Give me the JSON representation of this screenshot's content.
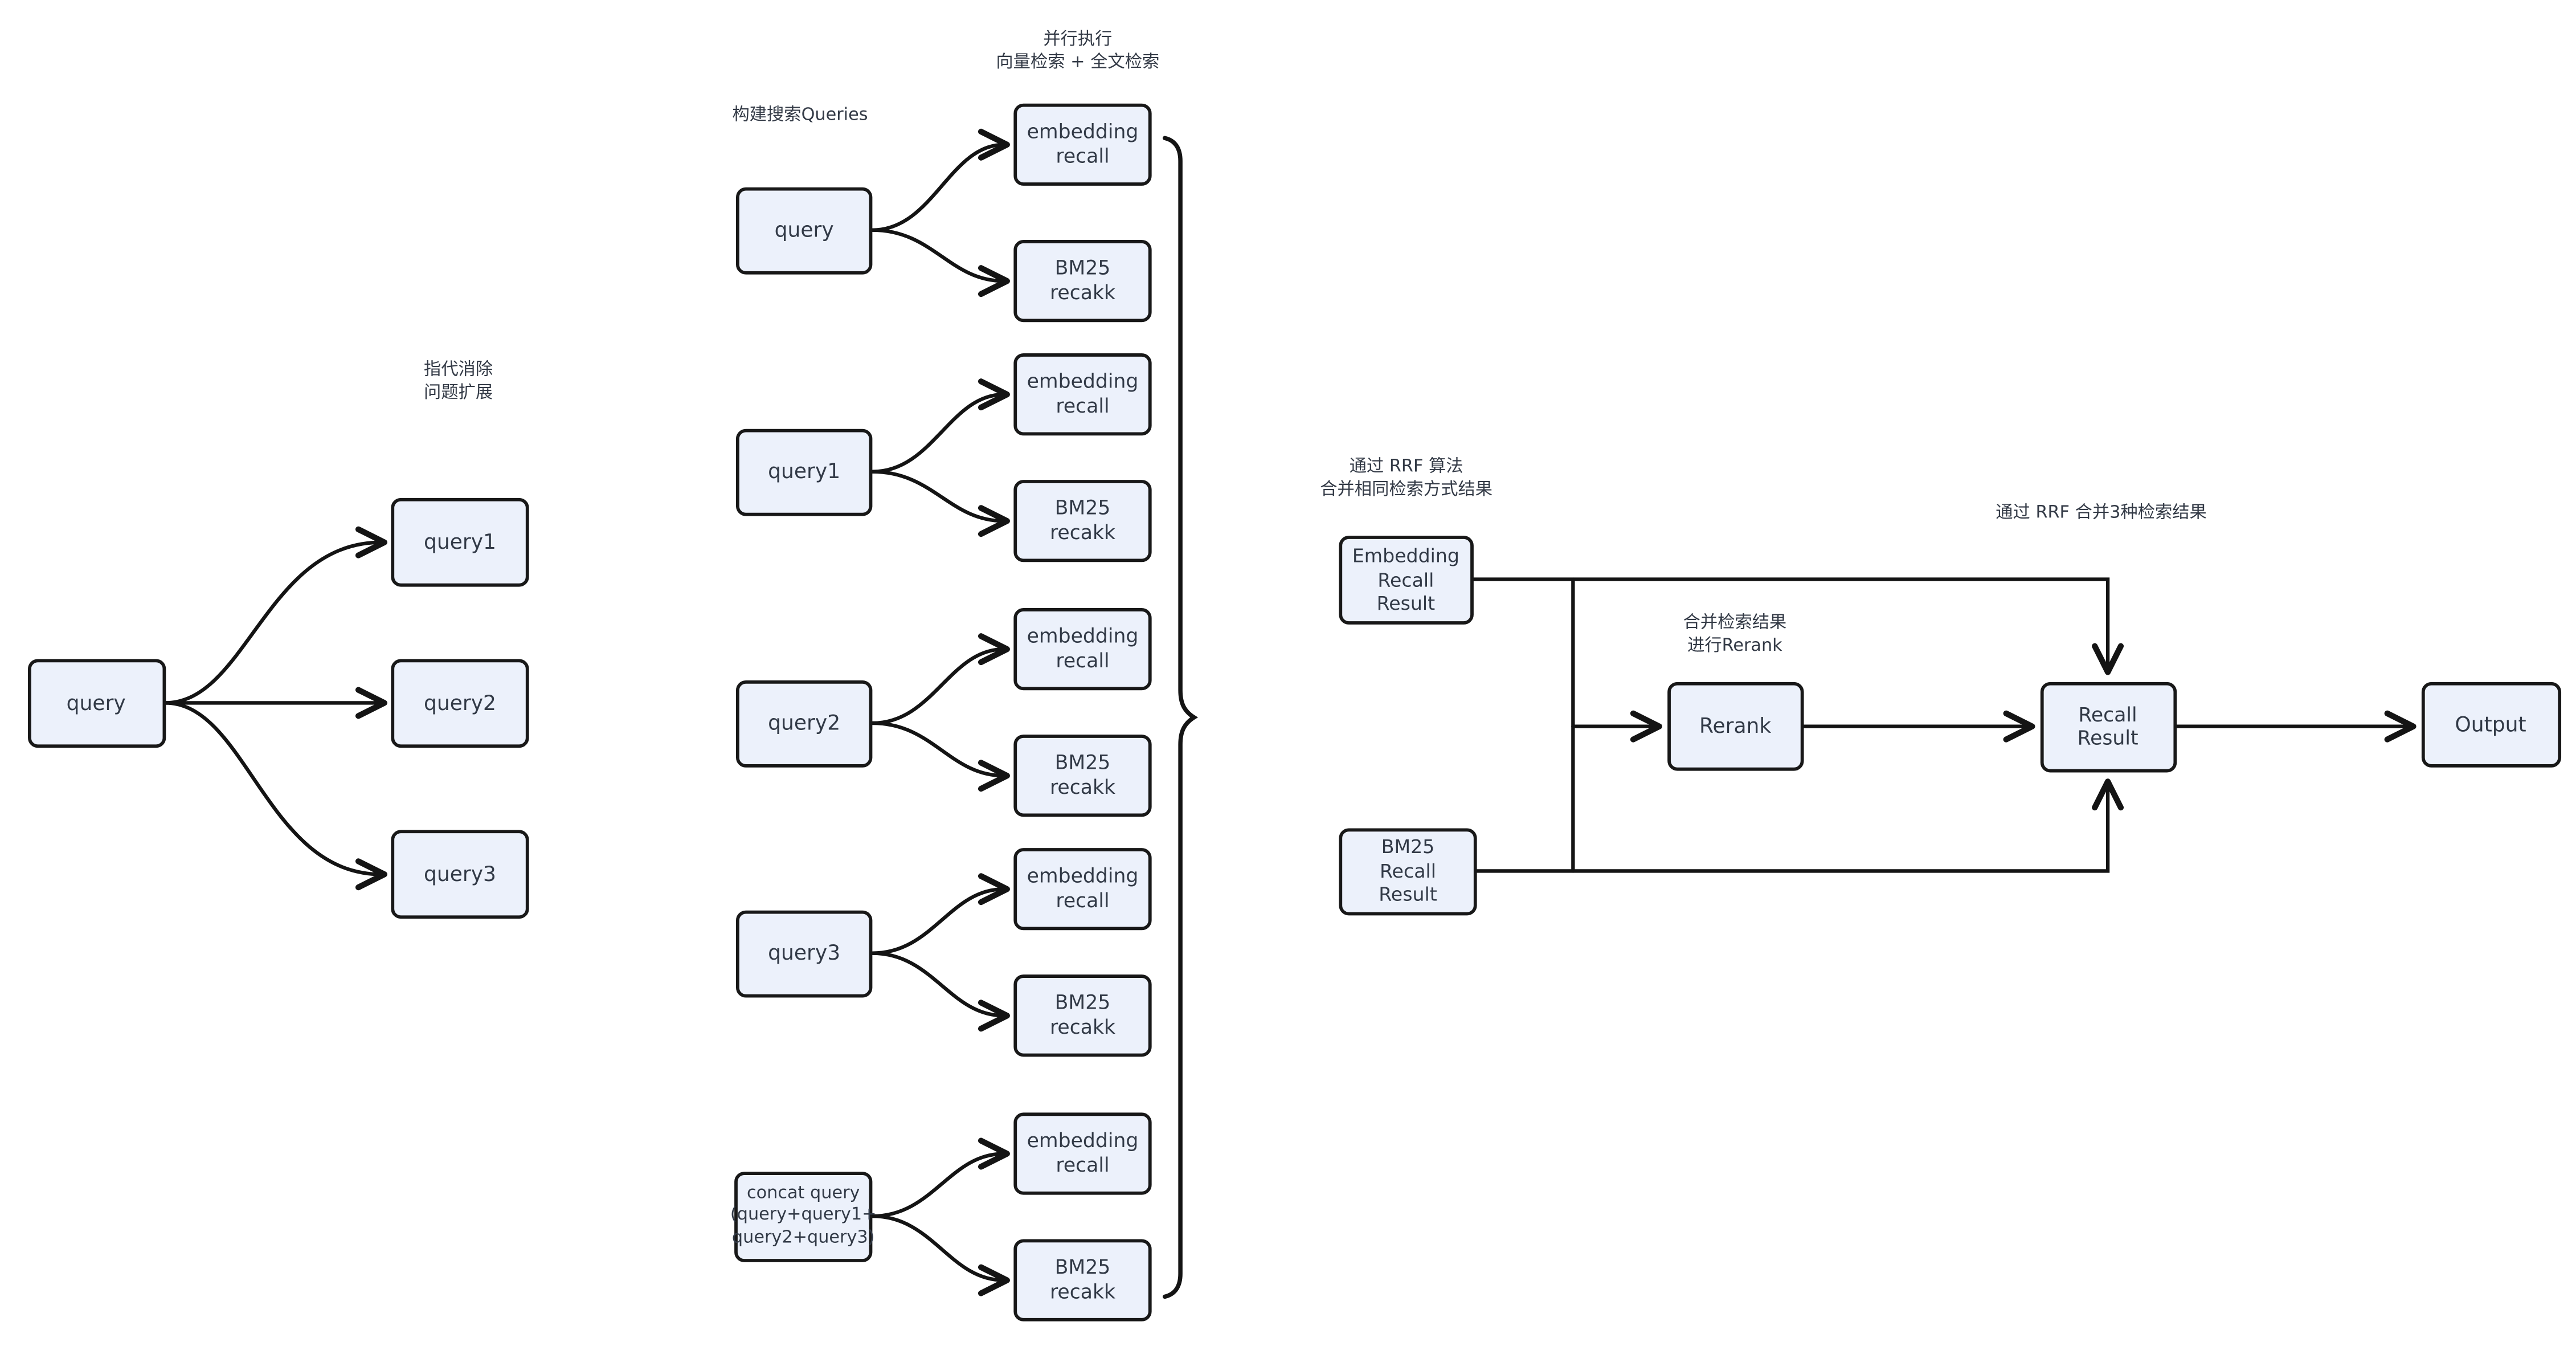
{
  "diagram": {
    "background": "#ffffff",
    "colors": {
      "node_fill": "#ECF1FB",
      "node_border": "#181818",
      "edge_line": "#141414",
      "text": "#323A47"
    },
    "annotations": {
      "parallel_exec": "并行执行\n向量检索 + 全文检索",
      "build_queries": "构建搜索Queries",
      "coref_expand": "指代消除\n问题扩展",
      "rrf_same_method": "通过 RRF 算法\n合并相同检索方式结果",
      "merge_rerank": "合并检索结果\n进行Rerank",
      "rrf_three_results": "通过 RRF 合并3种检索结果"
    },
    "nodes": {
      "query": "query",
      "query1": "query1",
      "query2": "query2",
      "query3": "query3",
      "concat_query": "concat query\n(query+query1+\nquery2+query3)",
      "embedding_recall": "embedding\nrecall",
      "bm25_recall": "BM25\nrecakk",
      "embedding_recall_result": "Embedding\nRecall\nResult",
      "bm25_recall_result": "BM25\nRecall\nResult",
      "rerank": "Rerank",
      "recall_result": "Recall\nResult",
      "output": "Output"
    }
  }
}
